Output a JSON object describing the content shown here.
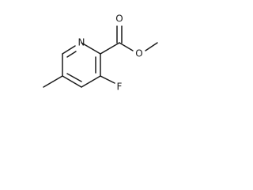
{
  "molecule": {
    "atoms": {
      "ring_nitrogen": "N",
      "carbonyl_oxygen": "O",
      "ester_oxygen": "O",
      "fluorine": "F"
    }
  }
}
